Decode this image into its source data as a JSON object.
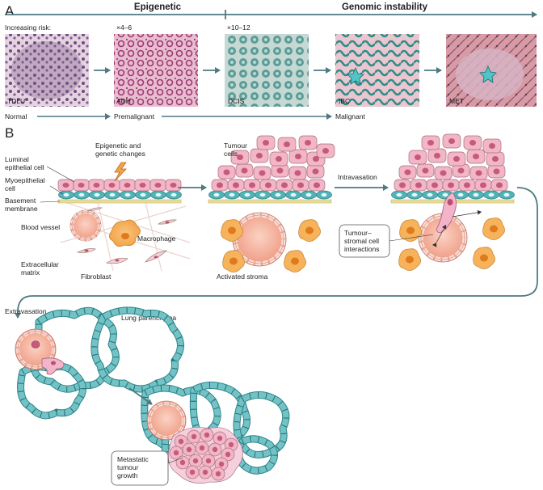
{
  "panel_a": {
    "letter": "A",
    "header_epigenetic": "Epigenetic",
    "header_genomic": "Genomic instability",
    "increasing_risk": "Increasing risk:",
    "mult_adh": "×4–6",
    "mult_dcis": "×10–12",
    "images": [
      {
        "label": "TDLU",
        "color": "#c5a8c4"
      },
      {
        "label": "ADH",
        "color": "#d49ab8"
      },
      {
        "label": "DCIS",
        "color": "#8fb8b4"
      },
      {
        "label": "IBC",
        "color": "#c8a2b0"
      },
      {
        "label": "MET",
        "color": "#c9939c"
      }
    ],
    "stages": {
      "normal": "Normal",
      "premalignant": "Premalignant",
      "malignant": "Malignant"
    }
  },
  "panel_b": {
    "letter": "B",
    "labels": {
      "luminal_1": "Luminal",
      "luminal_2": "epithelial cell",
      "myo_1": "Myoepithelial",
      "myo_2": "cell",
      "basement_1": "Basement",
      "basement_2": "membrane",
      "epigenetic_1": "Epigenetic and",
      "epigenetic_2": "genetic changes",
      "blood_vessel": "Blood vessel",
      "macrophage": "Macrophage",
      "ecm_1": "Extracellular",
      "ecm_2": "matrix",
      "fibroblast": "Fibroblast",
      "tumour_cells_1": "Tumour",
      "tumour_cells_2": "cells",
      "activated_stroma": "Activated stroma",
      "intravasation": "Intravasation",
      "interaction_1": "Tumour–",
      "interaction_2": "stromal cell",
      "interaction_3": "interactions",
      "extravasation": "Extravasation",
      "lung": "Lung parenchyma",
      "metastatic_1": "Metastatic",
      "metastatic_2": "tumour",
      "metastatic_3": "growth"
    }
  },
  "colors": {
    "arrow": "#4d7a82",
    "luminal": "#f2b6c6",
    "myo": "#4fb3b8",
    "membrane": "#e7dc9a",
    "vessel": "#f4a88e",
    "macrophage": "#f7b25c",
    "fibroblast": "#e8c1c6",
    "lung": "#72c2c6"
  }
}
